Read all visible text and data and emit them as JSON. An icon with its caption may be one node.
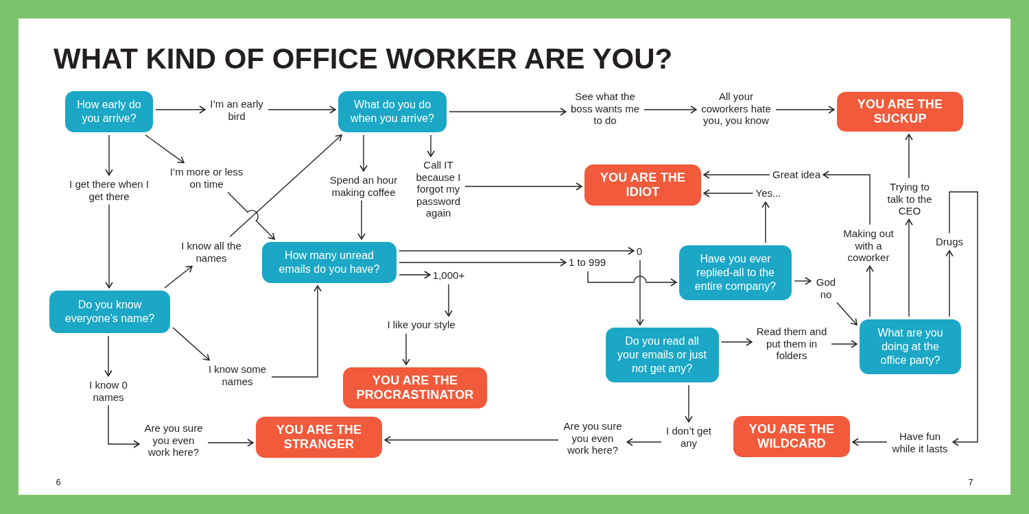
{
  "diagram": {
    "title": "WHAT KIND OF OFFICE WORKER ARE YOU?",
    "nodes": [
      {
        "text": [
          "How early do you arrive?"
        ]
      },
      {
        "text": [
          "I’m an early bird"
        ]
      },
      {
        "text": [
          "What do you do when you arrive?"
        ]
      },
      {
        "text": [
          "See what the boss wants me to do"
        ]
      },
      {
        "text": [
          "All your coworkers hate you, you know"
        ]
      },
      {
        "text": [
          "YOU ARE THE SUCKUP"
        ]
      },
      {
        "text": [
          "I’m more or less on time"
        ]
      },
      {
        "text": [
          "I get there when I get there"
        ]
      },
      {
        "text": [
          "Spend an hour making coffee"
        ]
      },
      {
        "text": [
          "Call IT because I forgot my password again"
        ]
      },
      {
        "text": [
          "YOU ARE THE IDIOT"
        ]
      },
      {
        "text": [
          "Great idea"
        ]
      },
      {
        "text": [
          "Yes..."
        ]
      },
      {
        "text": [
          "Trying to talk to the CEO"
        ]
      },
      {
        "text": [
          "Drugs"
        ]
      },
      {
        "text": [
          "Making out with a coworker"
        ]
      },
      {
        "text": [
          "I know all the names"
        ]
      },
      {
        "text": [
          "How many unread emails do you have?"
        ]
      },
      {
        "text": [
          "0"
        ]
      },
      {
        "text": [
          "1 to 999"
        ]
      },
      {
        "text": [
          "1,000+"
        ]
      },
      {
        "text": [
          "Have you ever replied-all to the entire company?"
        ]
      },
      {
        "text": [
          "God no"
        ]
      },
      {
        "text": [
          "Do you know everyone’s name?"
        ]
      },
      {
        "text": [
          "I like your style"
        ]
      },
      {
        "text": [
          "Do you read all your emails or just not get any?"
        ]
      },
      {
        "text": [
          "Read them and put them in folders"
        ]
      },
      {
        "text": [
          "What are you doing at the office party?"
        ]
      },
      {
        "text": [
          "I know some names"
        ]
      },
      {
        "text": [
          "YOU ARE THE PROCRASTINATOR"
        ]
      },
      {
        "text": [
          "I know 0 names"
        ]
      },
      {
        "text": [
          "Are you sure you even work here?"
        ]
      },
      {
        "text": [
          "YOU ARE THE STRANGER"
        ]
      },
      {
        "text": [
          "I don’t get any"
        ]
      },
      {
        "text": [
          "Are you sure you even work here?"
        ]
      },
      {
        "text": [
          "YOU ARE THE WILDCARD"
        ]
      },
      {
        "text": [
          "Have fun while it lasts"
        ]
      }
    ],
    "edges": [
      {
        "from": 0,
        "to": 1,
        "arrow": "to"
      },
      {
        "from": 1,
        "to": 2,
        "arrow": "to"
      },
      {
        "from": 0,
        "to": 6,
        "arrow": "to"
      },
      {
        "from": 0,
        "to": 7,
        "arrow": "to"
      },
      {
        "from": 2,
        "to": 3,
        "arrow": "to"
      },
      {
        "from": 3,
        "to": 4,
        "arrow": "to"
      },
      {
        "from": 4,
        "to": 5,
        "arrow": "to"
      },
      {
        "from": 2,
        "to": 8,
        "arrow": "to"
      },
      {
        "from": 2,
        "to": 9,
        "arrow": "to"
      },
      {
        "from": 9,
        "to": 10,
        "arrow": "to"
      },
      {
        "from": 8,
        "to": 17,
        "arrow": "to"
      },
      {
        "from": 6,
        "to": 17,
        "arrow": "to"
      },
      {
        "from": 16,
        "to": 2,
        "arrow": "to"
      },
      {
        "from": 7,
        "to": 23,
        "arrow": "to"
      },
      {
        "from": 23,
        "to": 16,
        "arrow": "to"
      },
      {
        "from": 23,
        "to": 28,
        "arrow": "to"
      },
      {
        "from": 23,
        "to": 30,
        "arrow": "to"
      },
      {
        "from": 28,
        "to": 17,
        "arrow": "to"
      },
      {
        "from": 30,
        "to": 31,
        "arrow": "to"
      },
      {
        "from": 31,
        "to": 32,
        "arrow": "to"
      },
      {
        "from": 17,
        "to": 18,
        "arrow": "to"
      },
      {
        "from": 17,
        "to": 19,
        "arrow": "to"
      },
      {
        "from": 17,
        "to": 20,
        "arrow": "to"
      },
      {
        "from": 20,
        "to": 24,
        "arrow": "to"
      },
      {
        "from": 24,
        "to": 29,
        "arrow": "to"
      },
      {
        "from": 18,
        "to": 25,
        "arrow": "to"
      },
      {
        "from": 19,
        "to": 21,
        "arrow": "to"
      },
      {
        "from": 21,
        "to": 12,
        "arrow": "to"
      },
      {
        "from": 12,
        "to": 10,
        "arrow": "to"
      },
      {
        "from": 11,
        "to": 10,
        "arrow": "to"
      },
      {
        "from": 21,
        "to": 22,
        "arrow": "to"
      },
      {
        "from": 22,
        "to": 27,
        "arrow": "to"
      },
      {
        "from": 25,
        "to": 26,
        "arrow": "to"
      },
      {
        "from": 26,
        "to": 27,
        "arrow": "to"
      },
      {
        "from": 25,
        "to": 33,
        "arrow": "to"
      },
      {
        "from": 33,
        "to": 34,
        "arrow": "to"
      },
      {
        "from": 34,
        "to": 32,
        "arrow": "to"
      },
      {
        "from": 27,
        "to": 15,
        "arrow": "to"
      },
      {
        "from": 15,
        "to": 11,
        "arrow": "to"
      },
      {
        "from": 27,
        "to": 13,
        "arrow": "to"
      },
      {
        "from": 13,
        "to": 5,
        "arrow": "to"
      },
      {
        "from": 27,
        "to": 14,
        "arrow": "to"
      },
      {
        "from": 14,
        "to": 36,
        "arrow": "to"
      },
      {
        "from": 36,
        "to": 35,
        "arrow": "to"
      }
    ],
    "labels": [
      "6",
      "7"
    ]
  }
}
